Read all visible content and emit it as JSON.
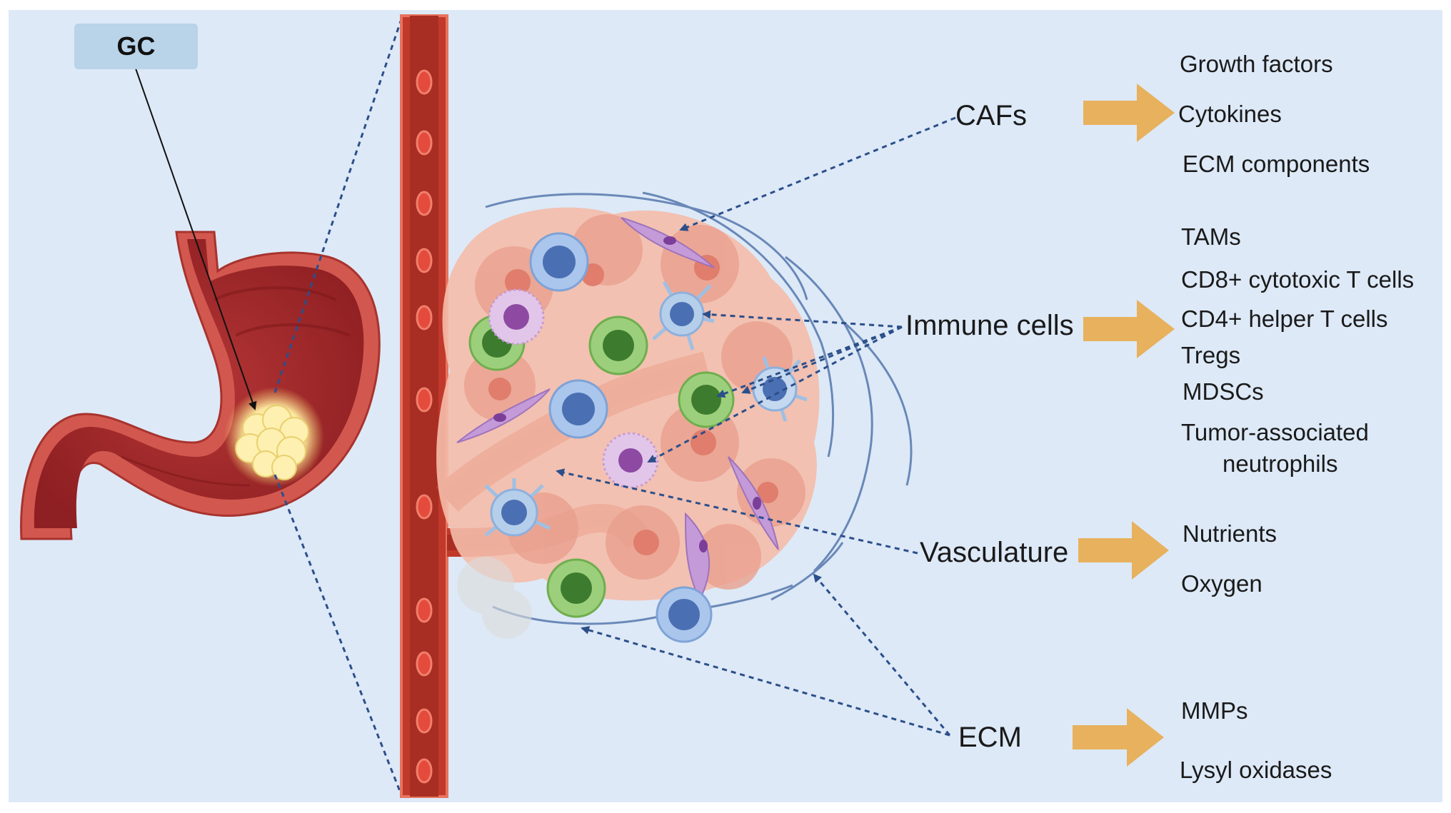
{
  "colors": {
    "background": "#dde9f7",
    "vessel": "#c0392b",
    "tumor": "#f2b8a6",
    "arrow_orange": "#e8b15e",
    "dashed": "#2c4f8a"
  },
  "stomach_label": "GC",
  "categories": [
    {
      "key": "cafs",
      "label": "CAFs",
      "items": [
        "Growth factors",
        "Cytokines",
        "ECM components"
      ]
    },
    {
      "key": "immune",
      "label": "Immune cells",
      "items": [
        "TAMs",
        "CD8+ cytotoxic T cells",
        "CD4+ helper T cells",
        "Tregs",
        "MDSCs",
        "Tumor-associated",
        "neutrophils"
      ]
    },
    {
      "key": "vasculature",
      "label": "Vasculature",
      "items": [
        "Nutrients",
        "Oxygen"
      ]
    },
    {
      "key": "ecm",
      "label": "ECM",
      "items": [
        "MMPs",
        "Lysyl oxidases"
      ]
    }
  ]
}
